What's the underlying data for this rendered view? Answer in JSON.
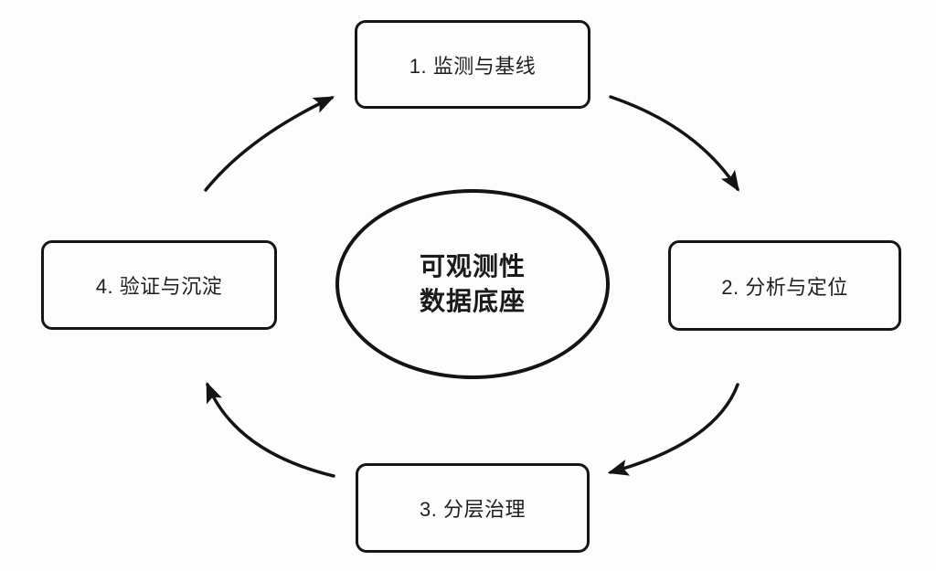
{
  "diagram": {
    "title": "observability-flywheel-cycle",
    "center": {
      "line1": "可观测性",
      "line2": "数据底座"
    },
    "nodes": [
      {
        "id": "step-1",
        "label": "1. 监测与基线",
        "position": "top"
      },
      {
        "id": "step-2",
        "label": "2. 分析与定位",
        "position": "right"
      },
      {
        "id": "step-3",
        "label": "3. 分层治理",
        "position": "bottom"
      },
      {
        "id": "step-4",
        "label": "4. 验证与沉淀",
        "position": "left"
      }
    ],
    "flow": [
      "step-1",
      "step-2",
      "step-3",
      "step-4",
      "step-1"
    ],
    "colors": {
      "ink": "#161616",
      "background": "#fdfdfd"
    }
  }
}
